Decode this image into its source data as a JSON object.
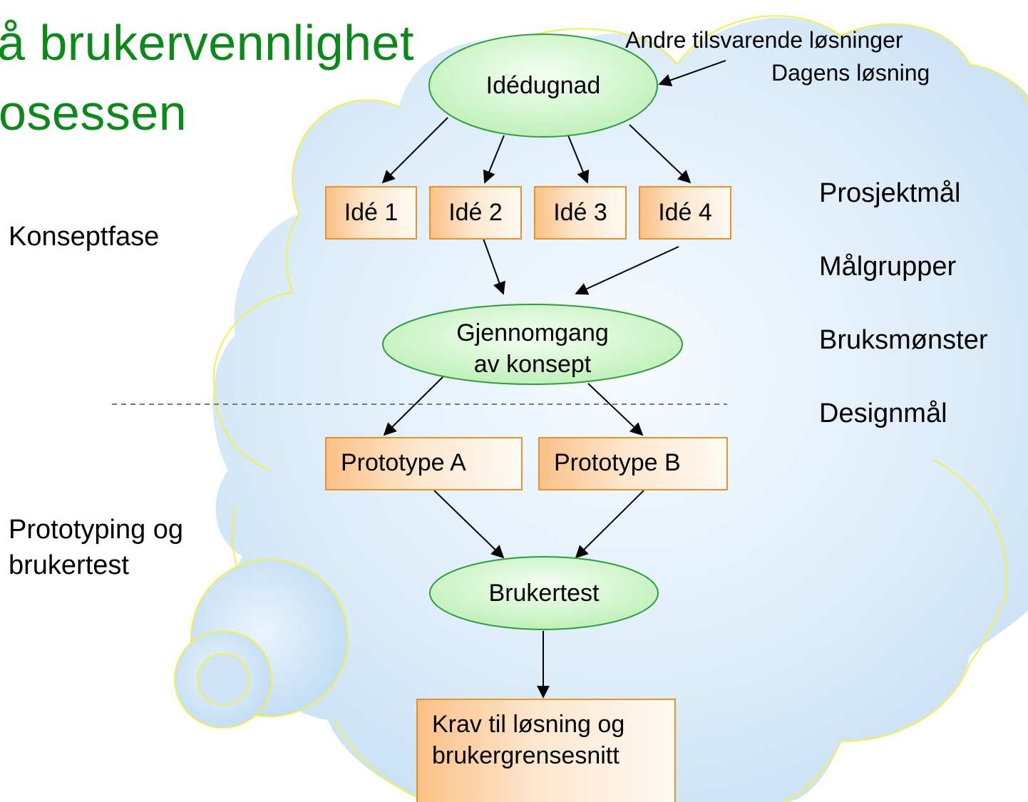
{
  "title": {
    "line1": "å brukervennlighet",
    "line2": "osessen"
  },
  "phases": {
    "concept": "Konseptfase",
    "prototyping_line1": "Prototyping og",
    "prototyping_line2": "brukertest"
  },
  "inputs": {
    "line1": "Andre tilsvarende løsninger",
    "line2": "Dagens løsning"
  },
  "nodes": {
    "idedugnad": "Idédugnad",
    "ideas": [
      "Idé 1",
      "Idé 2",
      "Idé 3",
      "Idé 4"
    ],
    "review_line1": "Gjennomgang",
    "review_line2": "av konsept",
    "prototypes": [
      "Prototype A",
      "Prototype B"
    ],
    "usertest": "Brukertest",
    "result_line1": "Krav til løsning og",
    "result_line2": "brukergrensesnitt"
  },
  "context": [
    "Prosjektmål",
    "Målgrupper",
    "Bruksmønster",
    "Designmål"
  ],
  "colors": {
    "title": "#0b8a1a",
    "cloud_stroke": "#f2ef4e",
    "ellipse_stroke": "#2e9e3c",
    "box_stroke": "#e8922a"
  }
}
